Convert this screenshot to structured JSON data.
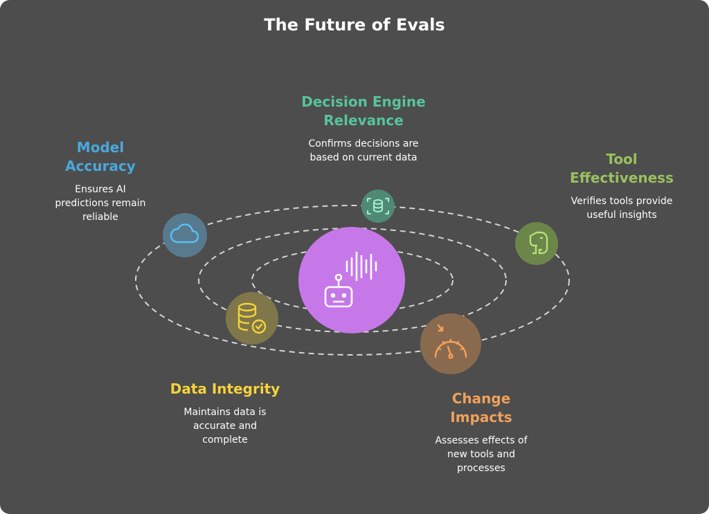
{
  "title": "The Future of Evals",
  "center": {
    "icon": "robot-voice-icon"
  },
  "items": [
    {
      "heading_lines": [
        "Model",
        "Accuracy"
      ],
      "description_lines": [
        "Ensures AI",
        "predictions remain",
        "reliable"
      ],
      "color": "#4aa8dc",
      "node_color": "#577a8f",
      "icon": "cloud-icon"
    },
    {
      "heading_lines": [
        "Decision Engine",
        "Relevance"
      ],
      "description_lines": [
        "Confirms decisions are",
        "based on current data"
      ],
      "color": "#58c49a",
      "node_color": "#4f8a75",
      "icon": "database-sync-icon"
    },
    {
      "heading_lines": [
        "Tool",
        "Effectiveness"
      ],
      "description_lines": [
        "Verifies tools provide",
        "useful insights"
      ],
      "color": "#9ac160",
      "node_color": "#6c8549",
      "icon": "evernote-elephant-icon"
    },
    {
      "heading_lines": [
        "Data Integrity"
      ],
      "description_lines": [
        "Maintains data is",
        "accurate and",
        "complete"
      ],
      "color": "#f5d33a",
      "node_color": "#7f774a",
      "icon": "database-check-icon"
    },
    {
      "heading_lines": [
        "Change",
        "Impacts"
      ],
      "description_lines": [
        "Assesses effects of",
        "new tools and",
        "processes"
      ],
      "color": "#f0a05a",
      "node_color": "#8a6a4f",
      "icon": "speedometer-icon"
    }
  ],
  "colors": {
    "background": "#4d4d4d",
    "center": "#c678e8",
    "orbit": "#d6d6d6"
  }
}
